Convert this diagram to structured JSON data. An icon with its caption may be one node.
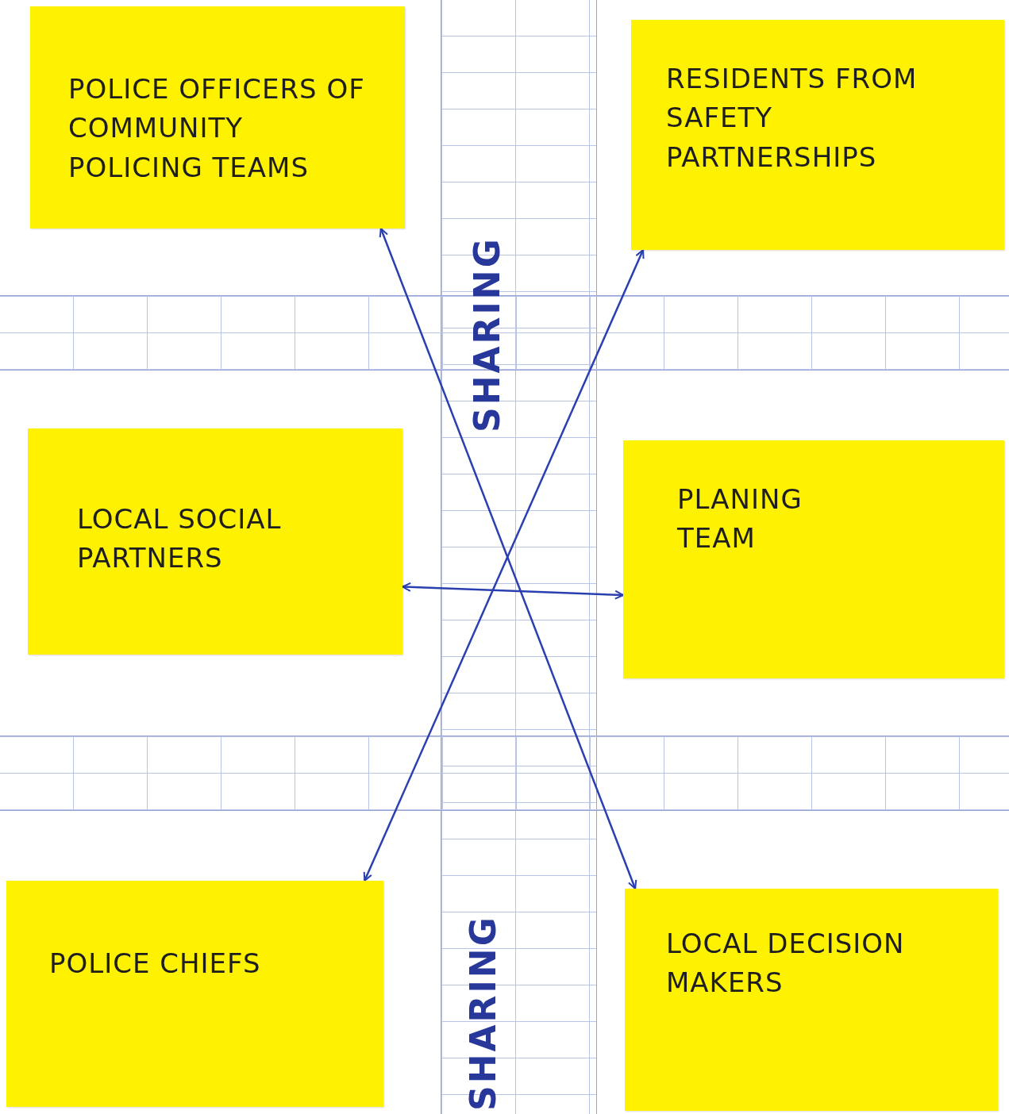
{
  "diagram": {
    "nodes": [
      {
        "text": [
          "POLICE OFFICERS OF COMMUNITY POLICING TEAMS"
        ]
      },
      {
        "text": [
          "RESIDENTS FROM SAFETY PARTNERSHIPS"
        ]
      },
      {
        "text": [
          "LOCAL SOCIAL PARTNERS"
        ]
      },
      {
        "text": [
          "PLANING TEAM"
        ]
      },
      {
        "text": [
          "POLICE CHIEFS"
        ]
      },
      {
        "text": [
          "LOCAL DECISION MAKERS"
        ]
      }
    ],
    "edges": [
      {
        "from": 0,
        "to": 5,
        "arrow": "both"
      },
      {
        "from": 1,
        "to": 4,
        "arrow": "both"
      },
      {
        "from": 2,
        "to": 3,
        "arrow": "both"
      }
    ],
    "labels": [
      "SHARING",
      "SHARING"
    ]
  }
}
